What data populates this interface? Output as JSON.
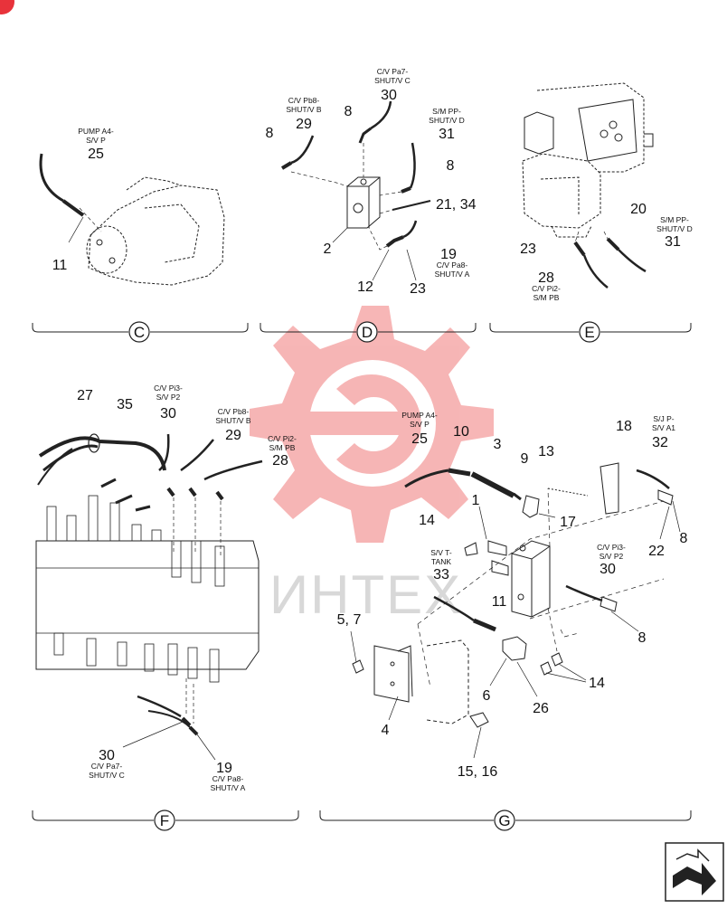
{
  "corner_badge": "",
  "watermark": {
    "text": "ИНТЕХ",
    "color": "#f07a7a"
  },
  "sections": [
    "C",
    "D",
    "E",
    "F",
    "G"
  ],
  "callouts": {
    "c_25": "25",
    "c_11": "11",
    "d_8a": "8",
    "d_8b": "8",
    "d_8c": "8",
    "d_29": "29",
    "d_30": "30",
    "d_31": "31",
    "d_21_34": "21, 34",
    "d_2": "2",
    "d_12": "12",
    "d_23": "23",
    "d_19": "19",
    "e_20": "20",
    "e_31": "31",
    "e_23": "23",
    "e_28": "28",
    "f_27": "27",
    "f_35": "35",
    "f_30a": "30",
    "f_29": "29",
    "f_28": "28",
    "f_30b": "30",
    "f_19": "19",
    "g_25": "25",
    "g_10": "10",
    "g_3": "3",
    "g_9": "9",
    "g_13": "13",
    "g_18": "18",
    "g_32": "32",
    "g_1": "1",
    "g_14a": "14",
    "g_17": "17",
    "g_22": "22",
    "g_8a": "8",
    "g_33": "33",
    "g_30": "30",
    "g_11": "11",
    "g_57": "5, 7",
    "g_8b": "8",
    "g_6": "6",
    "g_14b": "14",
    "g_26": "26",
    "g_4": "4",
    "g_1516": "15, 16"
  },
  "labels": {
    "c_pump_1": "PUMP A4-",
    "c_pump_2": "S/V P",
    "d_pa7_1": "C/V Pa7-",
    "d_pa7_2": "SHUT/V C",
    "d_pb8_1": "C/V Pb8-",
    "d_pb8_2": "SHUT/V B",
    "d_smpp_1": "S/M PP-",
    "d_smpp_2": "SHUT/V D",
    "d_pa8_1": "C/V Pa8-",
    "d_pa8_2": "SHUT/V A",
    "e_smpp_1": "S/M PP-",
    "e_smpp_2": "SHUT/V D",
    "e_pi2_1": "C/V Pi2-",
    "e_pi2_2": "S/M PB",
    "f_pi3_1": "C/V Pi3-",
    "f_pi3_2": "S/V P2",
    "f_pb8_1": "C/V Pb8-",
    "f_pb8_2": "SHUT/V B",
    "f_pi2_1": "C/V Pi2-",
    "f_pi2_2": "S/M PB",
    "f_pa7_1": "C/V Pa7-",
    "f_pa7_2": "SHUT/V C",
    "f_pa8_1": "C/V Pa8-",
    "f_pa8_2": "SHUT/V A",
    "g_pump_1": "PUMP A4-",
    "g_pump_2": "S/V P",
    "g_sjp_1": "S/J P-",
    "g_sjp_2": "S/V A1",
    "g_svt_1": "S/V T-",
    "g_svt_2": "TANK",
    "g_pi3_1": "C/V Pi3-",
    "g_pi3_2": "S/V P2"
  }
}
